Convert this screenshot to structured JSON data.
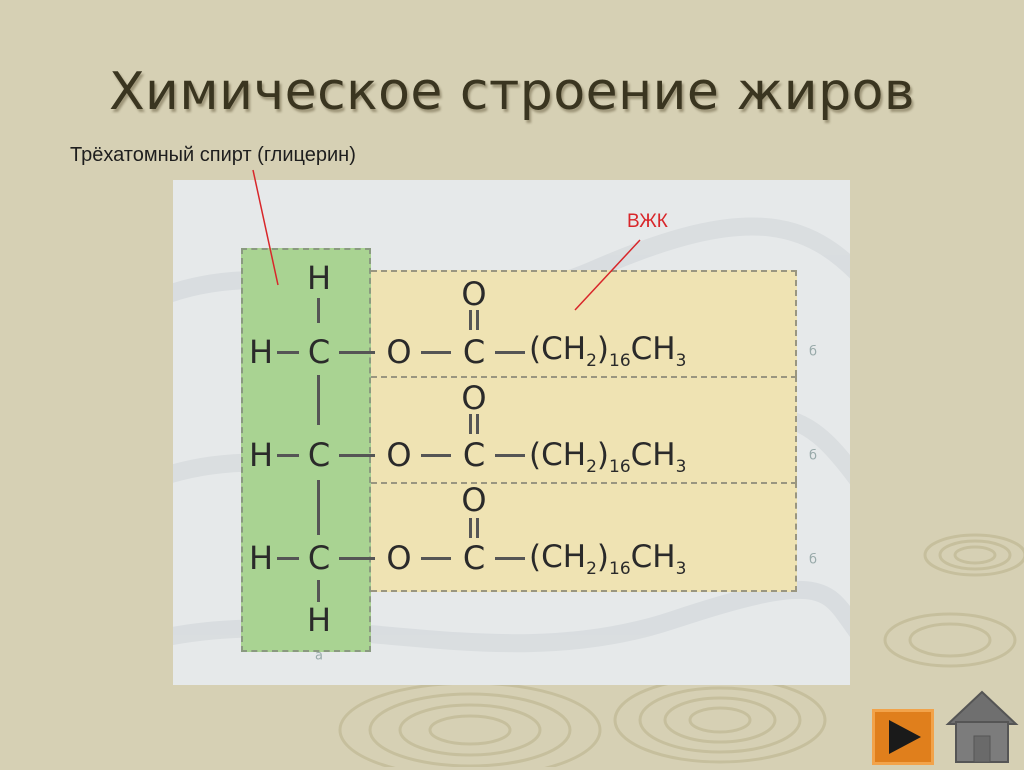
{
  "slide": {
    "title": "Химическое строение жиров",
    "glycerol_label": "Трёхатомный спирт (глицерин)",
    "fatty_acid_label": "ВЖК"
  },
  "diagram": {
    "glycerol": {
      "top_h": "H",
      "bottom_h": "H",
      "rows": [
        {
          "left_h": "H",
          "carbon": "C"
        },
        {
          "left_h": "H",
          "carbon": "C"
        },
        {
          "left_h": "H",
          "carbon": "C"
        }
      ]
    },
    "ester_rows": [
      {
        "oxygen": "O",
        "carbonyl_o": "O",
        "carbon": "C",
        "chain_prefix": "(CH",
        "sub1": "2",
        "sub2": "16",
        "chain_main": "CH",
        "sub3": "3",
        "row_mark": "б"
      },
      {
        "oxygen": "O",
        "carbonyl_o": "O",
        "carbon": "C",
        "chain_prefix": "(CH",
        "sub1": "2",
        "sub2": "16",
        "chain_main": "CH",
        "sub3": "3",
        "row_mark": "б"
      },
      {
        "oxygen": "O",
        "carbonyl_o": "O",
        "carbon": "C",
        "chain_prefix": "(CH",
        "sub1": "2",
        "sub2": "16",
        "chain_main": "CH",
        "sub3": "3",
        "row_mark": "б"
      }
    ],
    "glycerol_mark": "а"
  },
  "colors": {
    "background": "#d6d0b4",
    "glycerol_fill": "#a9d392",
    "acid_fill": "#efe3b3",
    "pointer_red": "#d8262a",
    "nav_orange": "#e07f1c"
  },
  "navigation": {
    "next_icon": "play-arrow-icon",
    "home_icon": "home-icon"
  }
}
